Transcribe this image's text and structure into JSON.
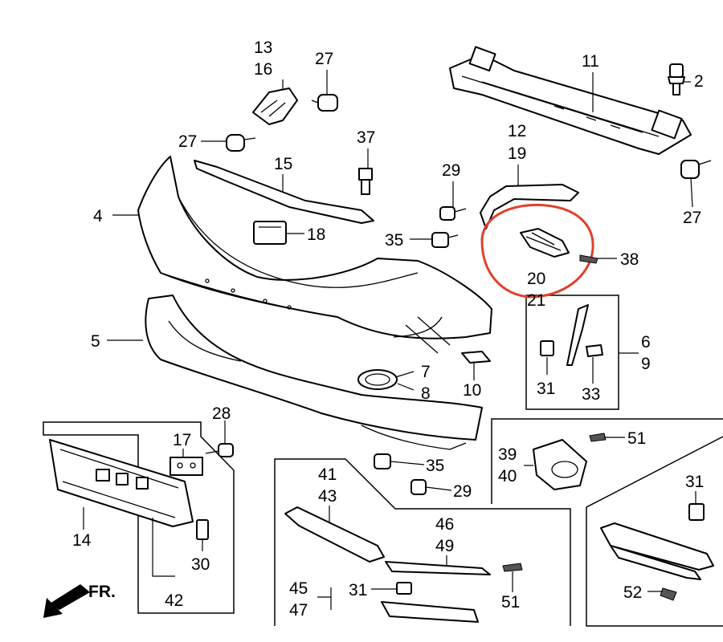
{
  "labels": {
    "p2": "2",
    "p4": "4",
    "p5": "5",
    "p6": "6",
    "p7": "7",
    "p8": "8",
    "p9": "9",
    "p10": "10",
    "p11": "11",
    "p12": "12",
    "p13": "13",
    "p14": "14",
    "p15": "15",
    "p16": "16",
    "p17": "17",
    "p18": "18",
    "p19": "19",
    "p20": "20",
    "p21": "21",
    "p27a": "27",
    "p27b": "27",
    "p27c": "27",
    "p28": "28",
    "p29a": "29",
    "p29b": "29",
    "p30": "30",
    "p31a": "31",
    "p31b": "31",
    "p31c": "31",
    "p33": "33",
    "p35a": "35",
    "p35b": "35",
    "p37": "37",
    "p38": "38",
    "p39": "39",
    "p40": "40",
    "p41": "41",
    "p42": "42",
    "p43": "43",
    "p45": "45",
    "p46": "46",
    "p47": "47",
    "p49": "49",
    "p51a": "51",
    "p51b": "51",
    "p52": "52"
  },
  "direction_label": "FR.",
  "highlight_color": "#e0412b"
}
